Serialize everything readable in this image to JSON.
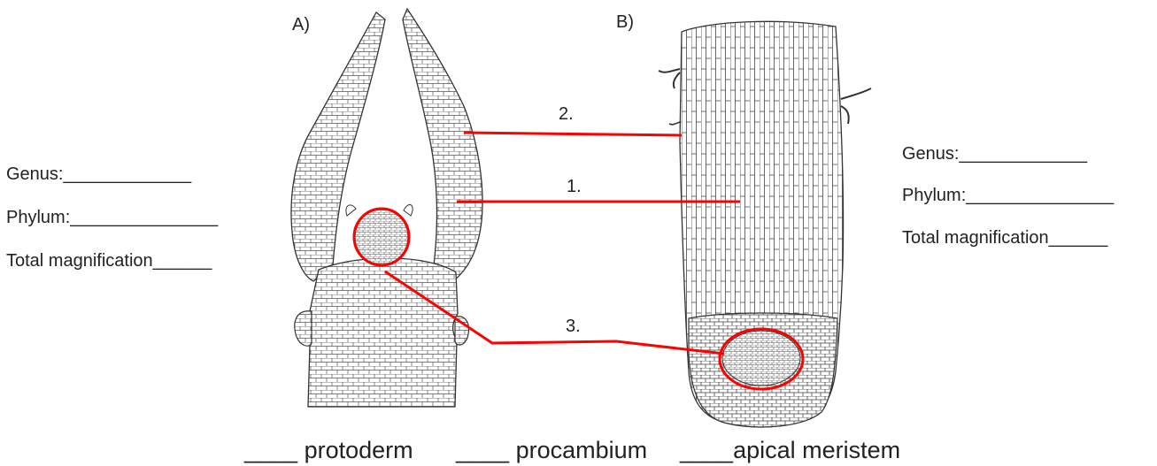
{
  "panel_a": {
    "label": "A)"
  },
  "panel_b": {
    "label": "B)"
  },
  "callouts": {
    "two": "2.",
    "one": "1.",
    "three": "3."
  },
  "left_form": {
    "genus": "Genus:_____________",
    "phylum": "Phylum:_______________",
    "magnification": "Total magnification______"
  },
  "right_form": {
    "genus": "Genus:_____________",
    "phylum": "Phylum:_______________",
    "magnification": "Total magnification______"
  },
  "answers": {
    "protoderm": "____ protoderm",
    "procambium": "____ procambium",
    "apical_meristem": "____apical meristem"
  },
  "colors": {
    "line": "#ff0000",
    "ink": "#333333",
    "text": "#222222"
  }
}
